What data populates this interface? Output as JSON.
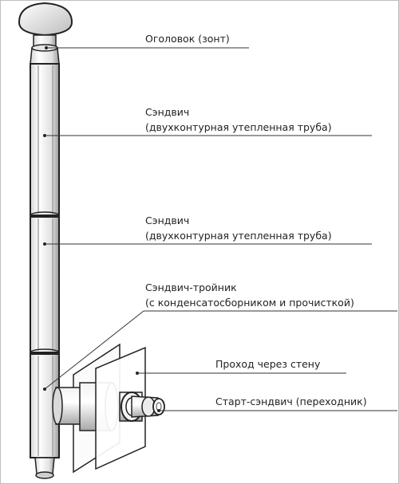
{
  "labels": {
    "cap": "Оголовок (зонт)",
    "sandwich1_line1": "Сэндвич",
    "sandwich1_line2": "(двухконтурная утепленная труба)",
    "sandwich2_line1": "Сэндвич",
    "sandwich2_line2": "(двухконтурная утепленная труба)",
    "tee_line1": "Сэндвич-тройник",
    "tee_line2": "(с конденсатосборником и прочисткой)",
    "wall_pass": "Проход через стену",
    "start_sandwich": "Старт-сэндвич (переходник)"
  }
}
